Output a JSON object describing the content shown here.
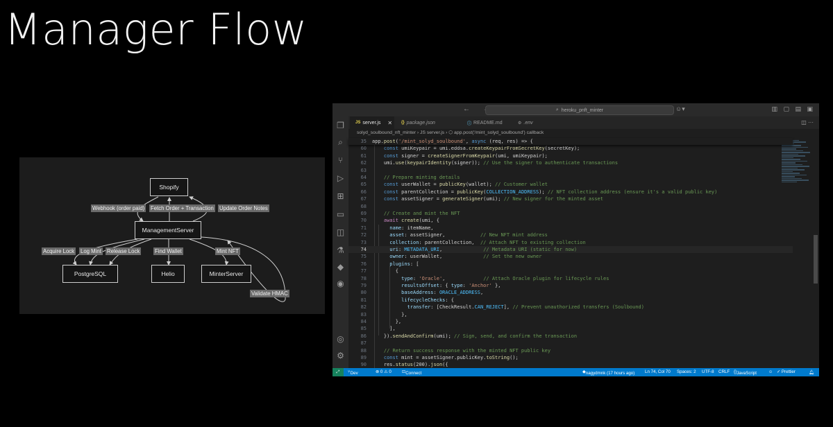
{
  "slide": {
    "title": "Manager Flow"
  },
  "diagram": {
    "nodes": {
      "shopify": "Shopify",
      "management": "ManagementServer",
      "postgres": "PostgreSQL",
      "helio": "Helio",
      "minter": "MinterServer"
    },
    "edge_labels": {
      "webhook": "Webhook (order paid)",
      "fetch": "Fetch Order + Transaction",
      "update": "Update Order Notes",
      "acquire": "Acquire Lock",
      "logmint": "Log Mint",
      "release": "Release Lock",
      "findwallet": "Find Wallet",
      "mintnft": "Mint NFT",
      "hmac": "Validate HMAC"
    }
  },
  "vscode": {
    "titlebar": {
      "search": "heroku_pnft_minter",
      "nav": "← →"
    },
    "tabs": [
      {
        "label": "server.js",
        "icon": "JS"
      },
      {
        "label": "package.json",
        "icon": "{}"
      },
      {
        "label": "README.md",
        "icon": "ⓘ"
      },
      {
        "label": ".env",
        "icon": "⚙"
      }
    ],
    "breadcrumb": "solyd_soulbound_nft_minter  ›  JS server.js  ›  ⬡ app.post('/mint_solyd_soulbound') callback",
    "code": [
      {
        "n": "35",
        "t": "app.post('/mint_solyd_soulbound', async (req, res) => {"
      },
      {
        "n": "60",
        "t": "    const umiKeypair = umi.eddsa.createKeypairFromSecretKey(secretKey);"
      },
      {
        "n": "61",
        "t": "    const signer = createSignerFromKeypair(umi, umiKeypair);"
      },
      {
        "n": "62",
        "t": "    umi.use(keypairIdentity(signer)); // Use the signer to authenticate transactions"
      },
      {
        "n": "63",
        "t": ""
      },
      {
        "n": "64",
        "t": "    // Prepare minting details"
      },
      {
        "n": "65",
        "t": "    const userWallet = publicKey(wallet); // Customer wallet"
      },
      {
        "n": "66",
        "t": "    const parentCollection = publicKey(COLLECTION_ADDRESS); // NFT collection address (ensure it's a valid public key)"
      },
      {
        "n": "67",
        "t": "    const assetSigner = generateSigner(umi); // New signer for the minted asset"
      },
      {
        "n": "68",
        "t": ""
      },
      {
        "n": "69",
        "t": "    // Create and mint the NFT"
      },
      {
        "n": "70",
        "t": "    await create(umi, {"
      },
      {
        "n": "71",
        "t": "      name: itemName,"
      },
      {
        "n": "72",
        "t": "      asset: assetSigner,            // New NFT mint address"
      },
      {
        "n": "73",
        "t": "      collection: parentCollection,  // Attach NFT to existing collection"
      },
      {
        "n": "74",
        "t": "      uri: METADATA_URI,              // Metadata URI (static for now)"
      },
      {
        "n": "75",
        "t": "      owner: userWallet,              // Set the new owner"
      },
      {
        "n": "76",
        "t": "      plugins: ["
      },
      {
        "n": "77",
        "t": "        {"
      },
      {
        "n": "78",
        "t": "          type: 'Oracle',             // Attach Oracle plugin for lifecycle rules"
      },
      {
        "n": "79",
        "t": "          resultsOffset: { type: 'Anchor' },"
      },
      {
        "n": "80",
        "t": "          baseAddress: ORACLE_ADDRESS,"
      },
      {
        "n": "81",
        "t": "          lifecycleChecks: {"
      },
      {
        "n": "82",
        "t": "            transfer: [CheckResult.CAN_REJECT], // Prevent unauthorized transfers (Soulbound)"
      },
      {
        "n": "83",
        "t": "          },"
      },
      {
        "n": "84",
        "t": "        },"
      },
      {
        "n": "85",
        "t": "      ],"
      },
      {
        "n": "86",
        "t": "    }).sendAndConfirm(umi); // Sign, send, and confirm the transaction"
      },
      {
        "n": "87",
        "t": ""
      },
      {
        "n": "88",
        "t": "    // Return success response with the minted NFT public key"
      },
      {
        "n": "89",
        "t": "    const mint = assetSigner.publicKey.toString();"
      },
      {
        "n": "90",
        "t": "    res.status(200).json({"
      }
    ],
    "status": {
      "branch": "Dev",
      "problems": "⊗ 0 ⚠ 0",
      "connect": "Connect",
      "blame": "nagydmnk (17 hours ago)",
      "position": "Ln 74, Col 70",
      "spaces": "Spaces: 2",
      "encoding": "UTF-8",
      "eol": "CRLF",
      "language": "JavaScript",
      "prettier": "✓ Prettier"
    },
    "colors": {
      "statusbar": "#007acc",
      "editor_bg": "#1e1e1e"
    }
  }
}
